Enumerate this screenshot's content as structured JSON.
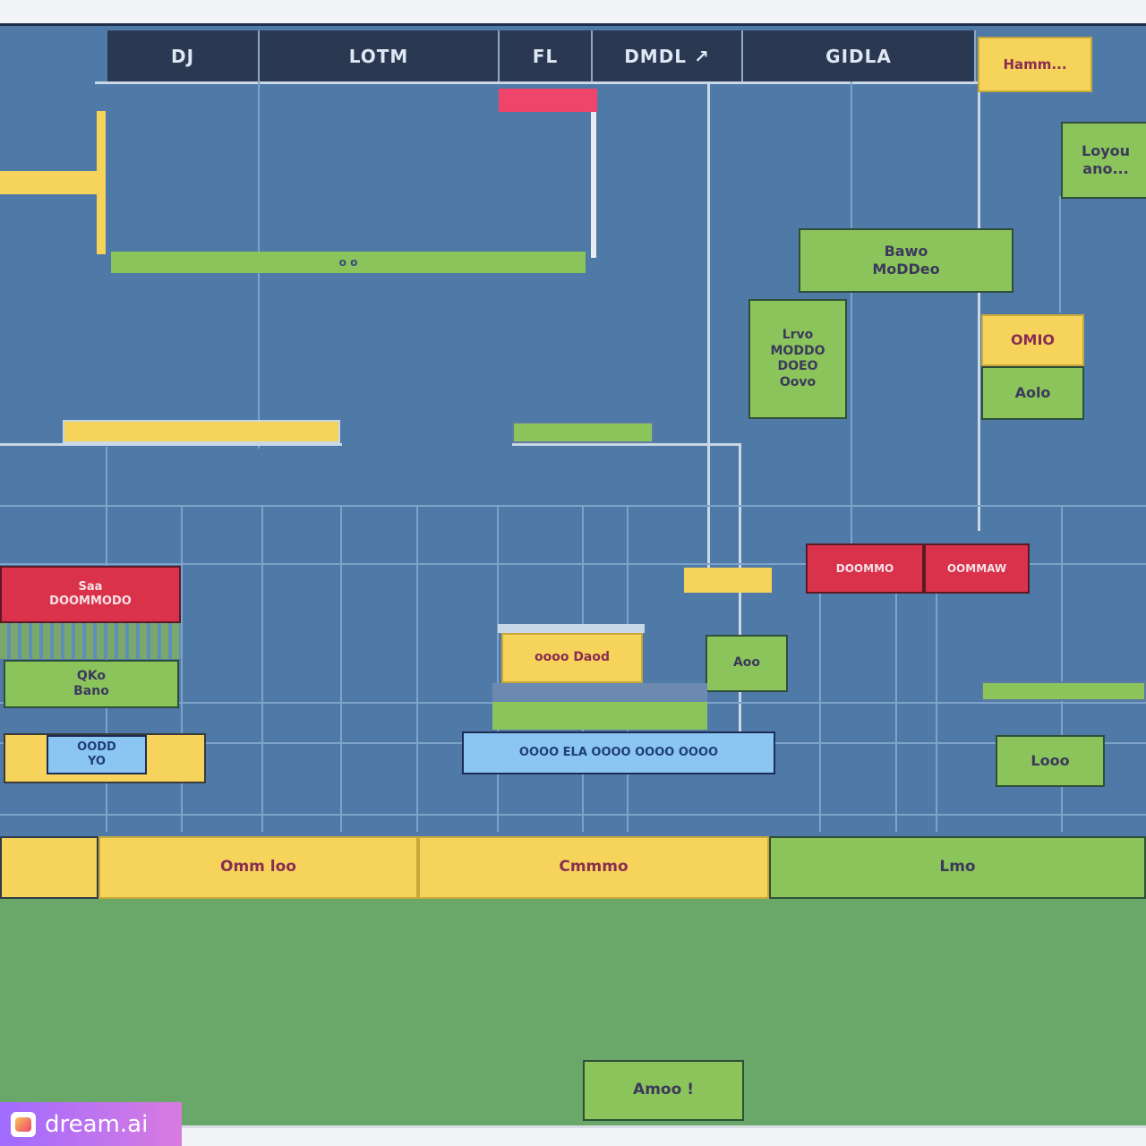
{
  "header": {
    "cols": [
      "DJ",
      "LOTM",
      "FL",
      "DMDL ↗",
      "GIDLA"
    ],
    "corner_tag": "Hamm..."
  },
  "boxes": {
    "top_right_note": "Loyou ano...",
    "mid_green_a": "Bawo\nMoDDeo",
    "mid_green_b": "Lrvo\nMODDO\nDOEO\nOovo",
    "right_yellow": "OMIO",
    "right_green": "Aolo",
    "red_pair_left": "DOOMMO",
    "red_pair_right": "OOMMAW",
    "left_red": "Saa\nDOOMMODO",
    "left_green": "QKo\nBano",
    "left_blue": "OODD\nYO",
    "center_yellow": "oooo Daod",
    "small_green": "Aoo",
    "center_blue": "OOOO ELA OOOO OOOO OOOO",
    "right_green_small": "Looo",
    "bottom_left_yellow": "Omm loo",
    "bottom_center_yellow": "Cmmmo",
    "bottom_right_green": "Lmo",
    "footer_green": "Amoo !",
    "top_green_label": "o o"
  },
  "colors": {
    "background": "#4f79a7",
    "header": "#2a3852",
    "yellow": "#f6d35a",
    "green": "#8cc45c",
    "red": "#d9324a",
    "blue": "#8bc6f2"
  },
  "watermark": {
    "text": "dream.ai",
    "icon": "dream-logo-icon"
  }
}
